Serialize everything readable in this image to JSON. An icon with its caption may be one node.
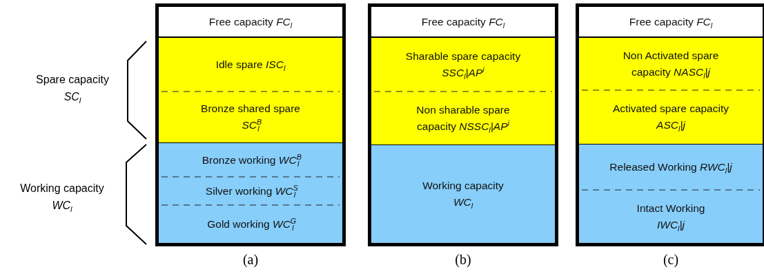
{
  "diagram": {
    "nodes": [
      {
        "text": [],
        "shape": "box",
        "beside": [
          "(a)"
        ]
      },
      {
        "text": [
          "Free capacity *FC*$_{l}$"
        ],
        "in": 0
      },
      {
        "text": [
          "Idle spare *ISC*$_{l}$"
        ],
        "in": 0
      },
      {
        "text": [
          "Bronze shared spare *SC*$^{B}$$_{l}$"
        ],
        "in": 0
      },
      {
        "text": [
          "Bronze working *WC*$^{B}$$_{l}$"
        ],
        "in": 0
      },
      {
        "text": [
          "Silver working *WC*$^{S}$$_{l}$"
        ],
        "in": 0
      },
      {
        "text": [
          "Gold working *WC*$^{G}$$_{l}$"
        ],
        "in": 0
      },
      {
        "text": [],
        "shape": "box",
        "beside": [
          "(b)"
        ]
      },
      {
        "text": [
          "Free capacity *FC*$_{l}$"
        ],
        "in": 7
      },
      {
        "text": [
          "Sharable spare capacity *SSC*$_{l}$*|AP*$^{i}$"
        ],
        "in": 7
      },
      {
        "text": [
          "Non sharable spare capacity *NSSC*$_{l}$*|AP*$^{i}$"
        ],
        "in": 7
      },
      {
        "text": [
          "Working capacity *WC*$_{l}$"
        ],
        "in": 7
      },
      {
        "text": [],
        "shape": "box",
        "beside": [
          "(c)"
        ]
      },
      {
        "text": [
          "Free capacity *FC*$_{l}$"
        ],
        "in": 12
      },
      {
        "text": [
          "Non Activated spare capacity *NASC*$_{l}$*|j*"
        ],
        "in": 12
      },
      {
        "text": [
          "Activated spare capacity *ASC*$_{l}$*|j*"
        ],
        "in": 12
      },
      {
        "text": [
          "Released Working *RWC*$_{l}$*|j*"
        ],
        "in": 12
      },
      {
        "text": [
          "Intact Working *IWC*$_{l}$*|j*"
        ],
        "in": 12
      }
    ],
    "labels": [
      "Spare capacity *SC*$_{l}$",
      "Working capacity *WC*$_{l}$"
    ]
  }
}
